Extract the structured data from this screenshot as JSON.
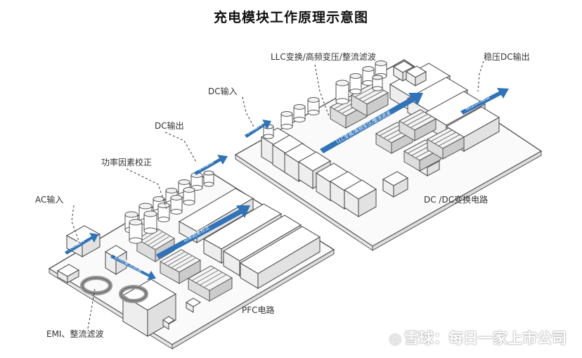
{
  "title": "充电模块工作原理示意图",
  "labels": {
    "llc": "LLC变换/高频变压/整流滤波",
    "dc_in": "DC输入",
    "dc_out_right": "稳压DC输出",
    "dc_out_left": "DC输出",
    "pfc_correction": "功率因素校正",
    "ac_in": "AC输入",
    "dcdc_circuit": "DC /DC变换电路",
    "pfc_circuit": "PFC电路",
    "emi": "EMI、整流滤波"
  },
  "arrow_texts": {
    "dc_in_arrow": "DC输入",
    "llc_arrow": "LLC变换/高频变压/整流滤波",
    "dc_out_arrow": "稳压DC输出",
    "ac_in_arrow": "AC输入",
    "emi_arrow": "EMI/整流滤波",
    "pfc_arrow": "功率因素校正",
    "dc_out_left_arrow": "DC输出"
  },
  "watermark": {
    "logo": "◎",
    "text": "雪球：每日一家上市公司"
  },
  "colors": {
    "arrow": "#2f73b8",
    "outline": "#555555",
    "board": "#fafafa"
  }
}
